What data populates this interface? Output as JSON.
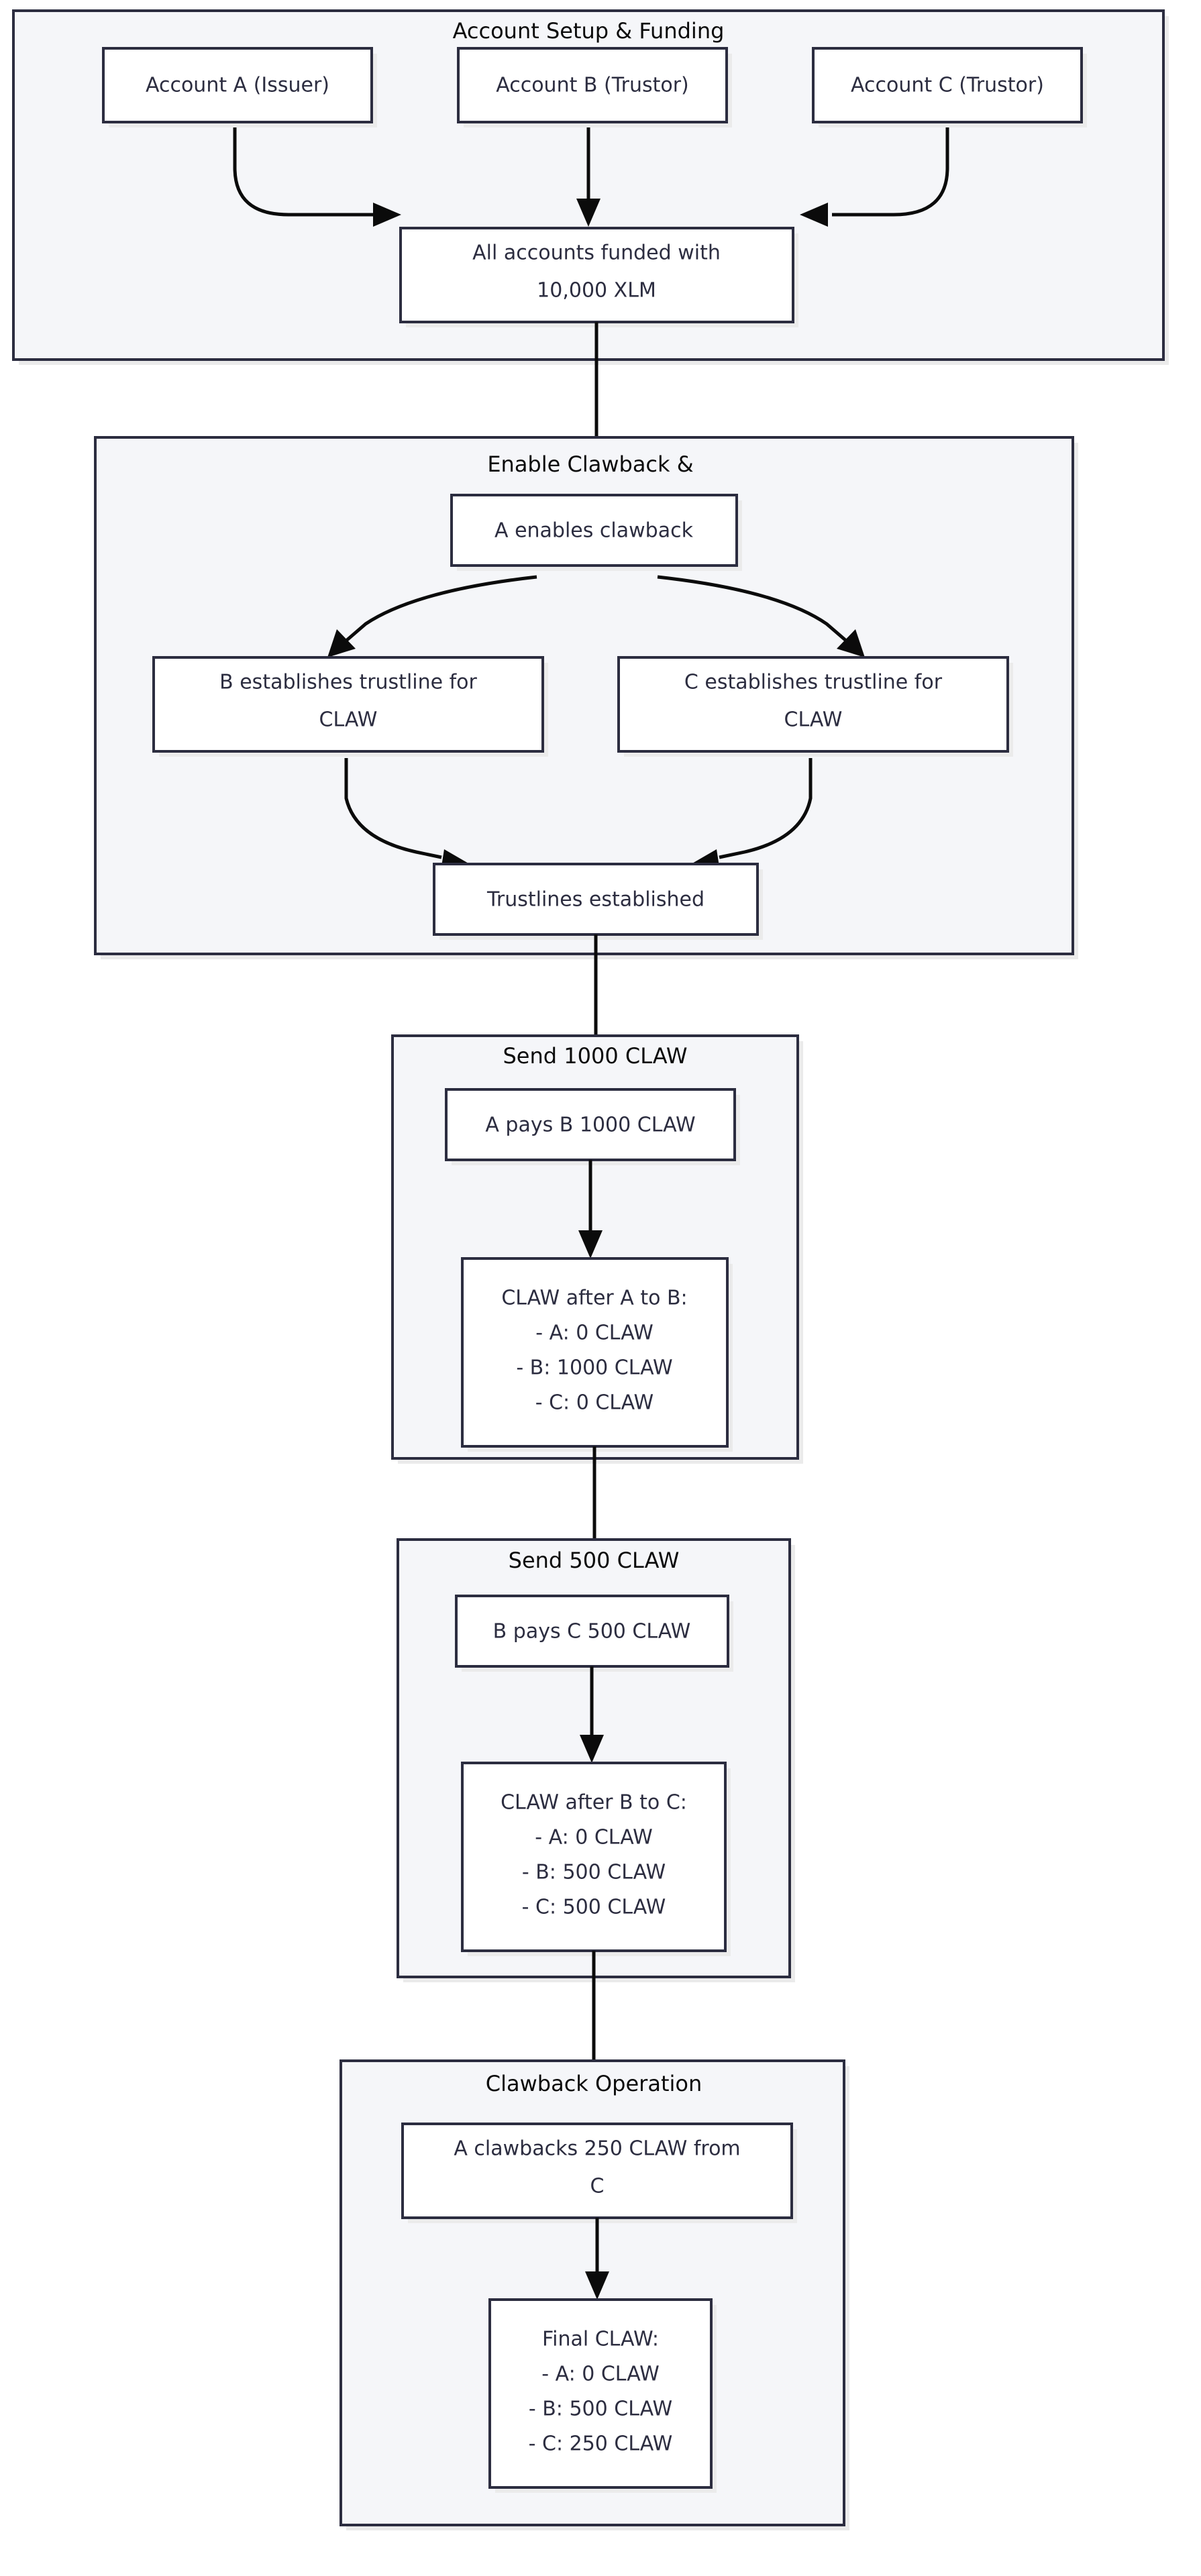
{
  "diagram": {
    "type": "flowchart",
    "direction": "top-down",
    "title_visible": false,
    "colors": {
      "cluster_fill": "#f5f6f9",
      "cluster_stroke": "#2c2d40",
      "node_fill": "#ffffff",
      "node_stroke": "#2c2d40",
      "node_text": "#2c2d40",
      "edge_stroke": "#0b0b0b",
      "cluster_text": "#0b0b0b",
      "shadow": "#ebebeb",
      "page_background": "#ffffff"
    },
    "clusters": [
      {
        "id": "cluster-account-setup",
        "label": "Account Setup & Funding",
        "nodes": [
          "account-a",
          "account-b",
          "account-c",
          "all-funded"
        ]
      },
      {
        "id": "cluster-enable-clawback",
        "label": "Enable Clawback &",
        "nodes": [
          "a-enables-clawback",
          "b-trustline",
          "c-trustline",
          "trustlines-established"
        ]
      },
      {
        "id": "cluster-send-1000",
        "label": "Send 1000 CLAW",
        "nodes": [
          "a-pays-b",
          "balance-after-a-to-b"
        ]
      },
      {
        "id": "cluster-send-500",
        "label": "Send 500 CLAW",
        "nodes": [
          "b-pays-c",
          "balance-after-b-to-c"
        ]
      },
      {
        "id": "cluster-clawback-operation",
        "label": "Clawback Operation",
        "nodes": [
          "a-clawbacks",
          "final-balance"
        ]
      }
    ],
    "nodes": {
      "account-a": {
        "lines": [
          "Account A (Issuer)"
        ]
      },
      "account-b": {
        "lines": [
          "Account B (Trustor)"
        ]
      },
      "account-c": {
        "lines": [
          "Account C (Trustor)"
        ]
      },
      "all-funded": {
        "lines": [
          "All accounts funded with",
          "10,000 XLM"
        ]
      },
      "a-enables-clawback": {
        "lines": [
          "A enables clawback"
        ]
      },
      "b-trustline": {
        "lines": [
          "B establishes trustline for",
          "CLAW"
        ]
      },
      "c-trustline": {
        "lines": [
          "C establishes trustline for",
          "CLAW"
        ]
      },
      "trustlines-established": {
        "lines": [
          "Trustlines established"
        ]
      },
      "a-pays-b": {
        "lines": [
          "A pays B 1000 CLAW"
        ]
      },
      "balance-after-a-to-b": {
        "lines": [
          "CLAW after A to B:",
          "- A: 0 CLAW",
          "- B: 1000 CLAW",
          "- C: 0 CLAW"
        ]
      },
      "b-pays-c": {
        "lines": [
          "B pays C 500 CLAW"
        ]
      },
      "balance-after-b-to-c": {
        "lines": [
          "CLAW after B to C:",
          "- A: 0 CLAW",
          "- B: 500 CLAW",
          "- C: 500 CLAW"
        ]
      },
      "a-clawbacks": {
        "lines": [
          "A clawbacks 250 CLAW from",
          "C"
        ]
      },
      "final-balance": {
        "lines": [
          "Final CLAW:",
          "- A: 0 CLAW",
          "- B: 500 CLAW",
          "- C: 250 CLAW"
        ]
      }
    },
    "edges": [
      {
        "from": "account-a",
        "to": "all-funded"
      },
      {
        "from": "account-b",
        "to": "all-funded"
      },
      {
        "from": "account-c",
        "to": "all-funded"
      },
      {
        "from": "all-funded",
        "to": "a-enables-clawback"
      },
      {
        "from": "a-enables-clawback",
        "to": "b-trustline"
      },
      {
        "from": "a-enables-clawback",
        "to": "c-trustline"
      },
      {
        "from": "b-trustline",
        "to": "trustlines-established"
      },
      {
        "from": "c-trustline",
        "to": "trustlines-established"
      },
      {
        "from": "trustlines-established",
        "to": "a-pays-b"
      },
      {
        "from": "a-pays-b",
        "to": "balance-after-a-to-b"
      },
      {
        "from": "balance-after-a-to-b",
        "to": "b-pays-c"
      },
      {
        "from": "b-pays-c",
        "to": "balance-after-b-to-c"
      },
      {
        "from": "balance-after-b-to-c",
        "to": "a-clawbacks"
      },
      {
        "from": "a-clawbacks",
        "to": "final-balance"
      }
    ]
  }
}
